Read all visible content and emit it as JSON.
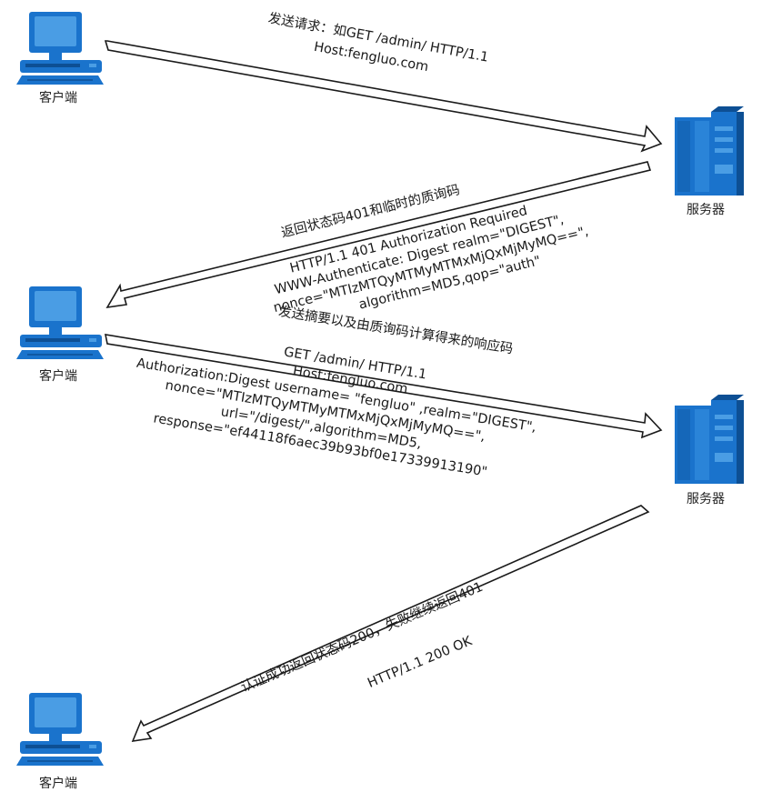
{
  "nodes": {
    "client_label": "客户端",
    "server_label": "服务器"
  },
  "messages": {
    "request1": {
      "title": "发送请求：如GET /admin/ HTTP/1.1",
      "host": "Host:fengluo.com"
    },
    "response401": {
      "title": "返回状态码401和临时的质询码",
      "lines": [
        "HTTP/1.1 401 Authorization Required",
        "WWW-Authenticate: Digest realm=\"DIGEST\",",
        "nonce=\"MTIzMTQyMTMyMTMxMjQxMjMyMQ==\",",
        "algorithm=MD5,qop=\"auth\""
      ]
    },
    "request2": {
      "title": "发送摘要以及由质询码计算得来的响应码",
      "lines": [
        "GET /admin/ HTTP/1.1",
        "Host:fengluo.com",
        "Authorization:Digest username=  \"fengluo\" ,realm=\"DIGEST\",",
        "nonce=\"MTIzMTQyMTMyMTMxMjQxMjMyMQ==\",",
        "url=\"/digest/\",algorithm=MD5,",
        "response=\"ef44118f6aec39b93bf0e17339913190\""
      ]
    },
    "response200": {
      "title": "认证成功返回状态码200，失败继续返回401",
      "line": "HTTP/1.1 200 OK"
    }
  },
  "colors": {
    "device_blue": "#1a73cc",
    "device_dark": "#0d4f94",
    "arrow_fill": "#ffffff",
    "arrow_stroke": "#1a1a1a"
  }
}
